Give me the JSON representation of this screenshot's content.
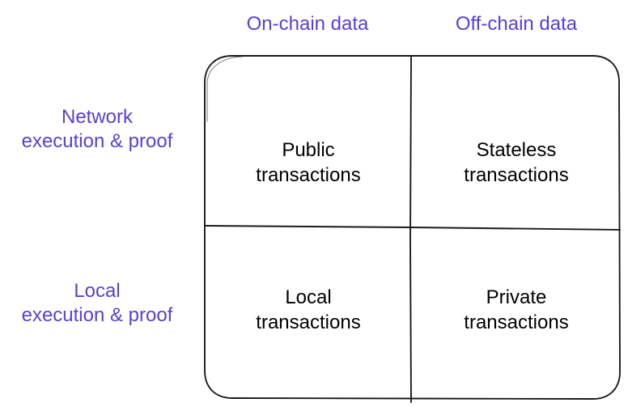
{
  "figure": {
    "background_color": "#ffffff",
    "label_color": "#5b3fd4",
    "text_color": "#000000",
    "stroke_color": "#1a1a1a"
  },
  "columns": [
    {
      "label": "On-chain data"
    },
    {
      "label": "Off-chain data"
    }
  ],
  "rows": [
    {
      "line1": "Network",
      "line2": "execution & proof"
    },
    {
      "line1": "Local",
      "line2": "execution & proof"
    }
  ],
  "cells": [
    {
      "line1": "Public",
      "line2": "transactions"
    },
    {
      "line1": "Stateless",
      "line2": "transactions"
    },
    {
      "line1": "Local",
      "line2": "transactions"
    },
    {
      "line1": "Private",
      "line2": "transactions"
    }
  ]
}
